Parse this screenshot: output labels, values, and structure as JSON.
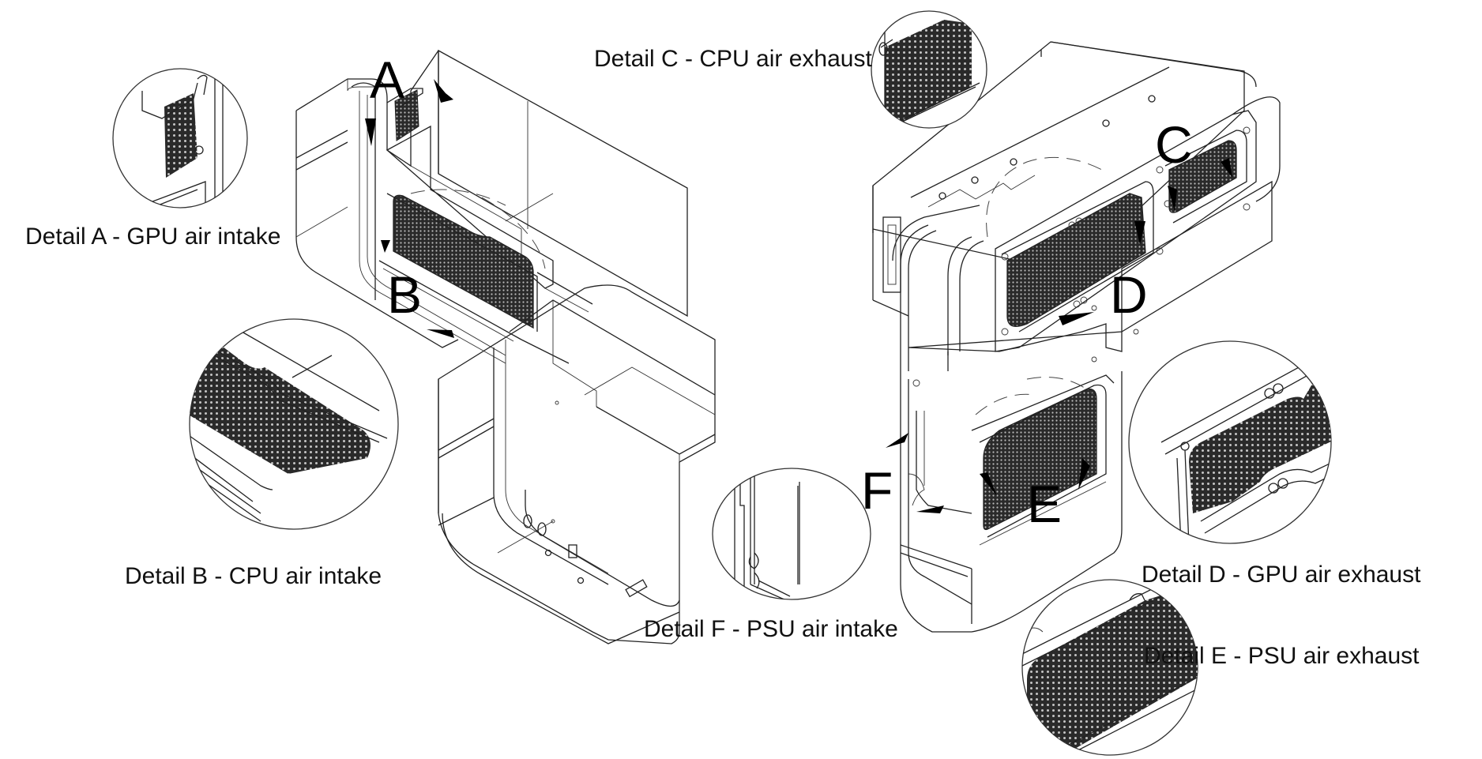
{
  "figure": {
    "callouts": [
      "A",
      "B",
      "C",
      "D",
      "E",
      "F"
    ],
    "details": [
      {
        "letter": "A",
        "caption": "Detail A - GPU air intake"
      },
      {
        "letter": "B",
        "caption": "Detail B - CPU air intake"
      },
      {
        "letter": "C",
        "caption": "Detail C - CPU air exhaust"
      },
      {
        "letter": "D",
        "caption": "Detail D - GPU air exhaust"
      },
      {
        "letter": "E",
        "caption": "Detail E - PSU air exhaust"
      },
      {
        "letter": "F",
        "caption": "Detail F - PSU air intake"
      }
    ]
  },
  "colors": {
    "line": "#222222",
    "mesh": "#2a2a2a",
    "background": "#ffffff"
  }
}
